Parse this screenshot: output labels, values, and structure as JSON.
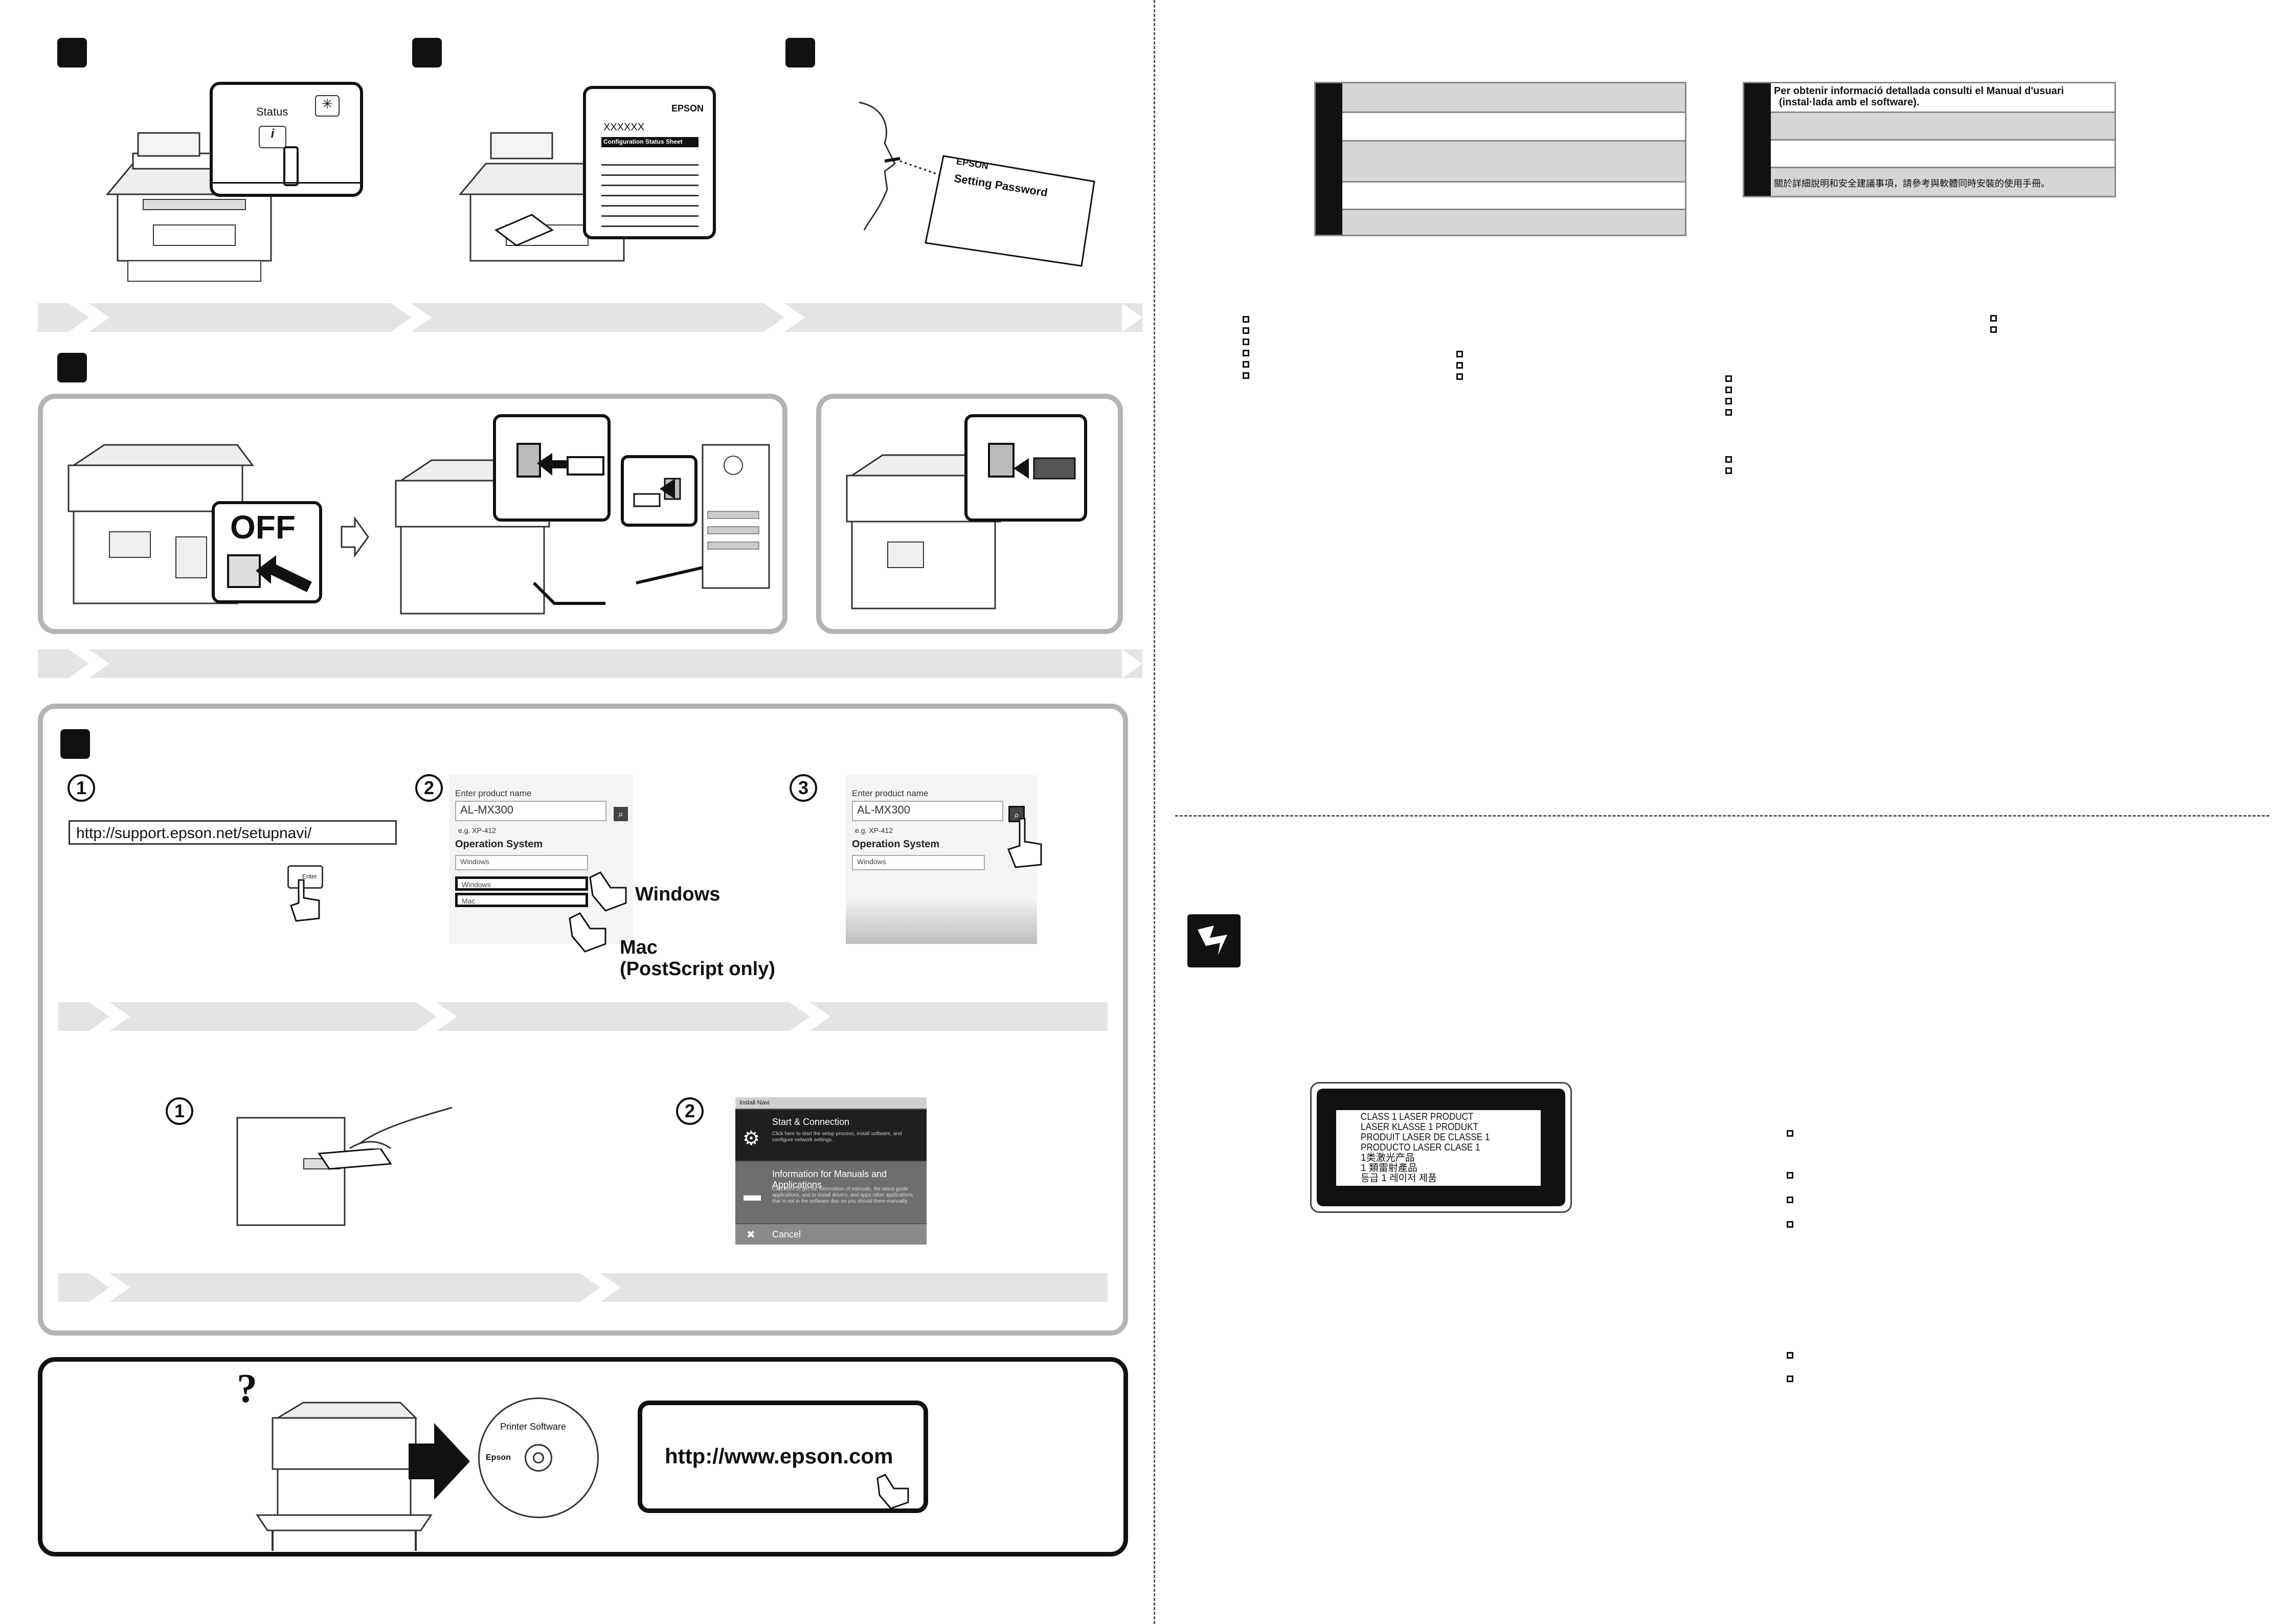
{
  "steps": {
    "status_label": "Status",
    "sheet_code": "XXXXXX",
    "sheet_brand": "EPSON",
    "sheet_title": "Configuration Status Sheet",
    "card_brand": "EPSON",
    "card_title": "Setting Password",
    "off_label": "OFF"
  },
  "setup": {
    "url": "http://support.epson.net/setupnavi/",
    "enter_key": "Enter",
    "num1": "1",
    "num2": "2",
    "num3": "3",
    "product_label": "Enter product name",
    "product_value": "AL-MX300",
    "example": "e.g. XP-412",
    "os_label": "Operation System",
    "os_selected": "Windows",
    "os_options": [
      "Windows",
      "Mac"
    ],
    "callout_windows": "Windows",
    "callout_mac": "Mac",
    "callout_mac_note": "(PostScript only)"
  },
  "install": {
    "num1": "1",
    "num2": "2",
    "window_title": "Install Navi",
    "item1_title": "Start & Connection",
    "item1_desc": "Click here to start the setup process, install software, and configure network settings.",
    "item2_title": "Information for Manuals and Applications",
    "item2_desc": "Click here to get the information of manuals, the latest guide applications, and to install drivers, and apps other applications that is not in the software disc so you should them manually.",
    "cancel": "Cancel"
  },
  "help": {
    "question": "?",
    "disc_title": "Printer Software",
    "disc_brand": "Epson",
    "website": "http://www.epson.com"
  },
  "right_table": {
    "catalan_line1": "Per obtenir informació detallada consulti el Manual d'usuari",
    "catalan_line2": "(instal·lada amb el software).",
    "chinese": "關於詳細說明和安全建議事項，請參考與軟體同時安裝的使用手冊。"
  },
  "laser_label": [
    "CLASS 1 LASER PRODUCT",
    "LASER KLASSE 1 PRODUKT",
    "PRODUIT LASER DE CLASSE 1",
    "PRODUCTO LASER CLASE 1",
    "1类激光产品",
    "1 類雷射產品",
    "등급 1 레이저 제품"
  ]
}
